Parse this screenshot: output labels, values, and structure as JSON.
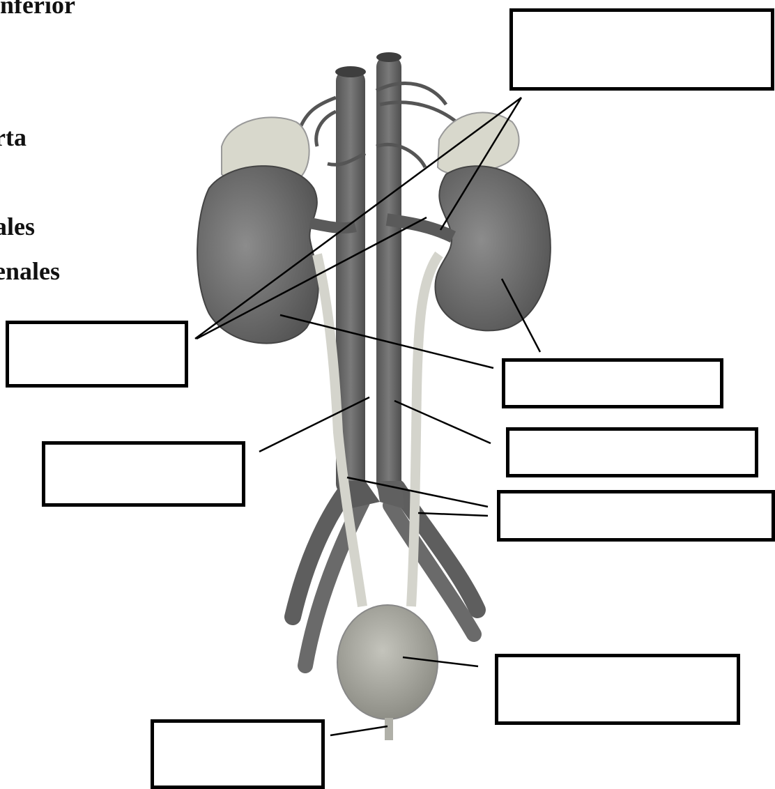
{
  "word_bank": {
    "items": [
      "inferior",
      "rta",
      "ales",
      "enales"
    ]
  },
  "label_boxes": [
    "",
    "",
    "",
    "",
    "",
    "",
    "",
    ""
  ],
  "colors": {
    "organ_dark": "#6b6b6b",
    "organ_mid": "#8a8a8a",
    "gland": "#d8d8cc",
    "ureter": "#d4d4cc",
    "bladder": "#a8a8a0",
    "line": "#000000"
  }
}
